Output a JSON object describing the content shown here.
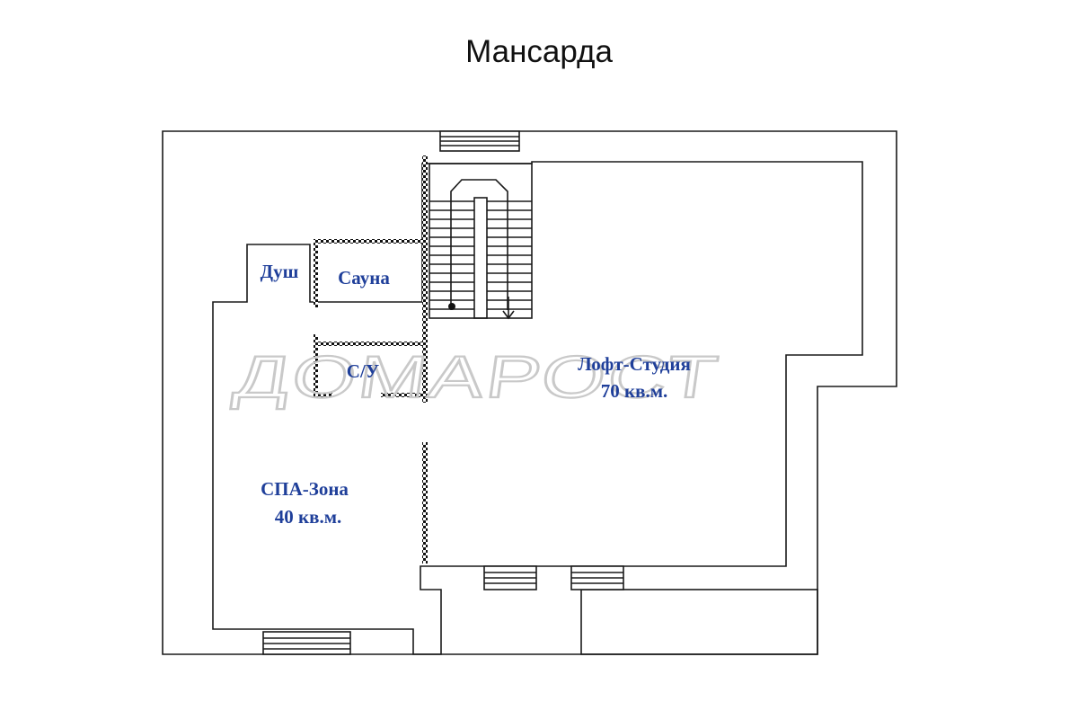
{
  "title": "Мансарда",
  "watermark": "ДОМАРОСТ",
  "colors": {
    "label": "#1f3f9a",
    "walls": "#1a1a1a",
    "watermark": "#c9c9c9"
  },
  "rooms": {
    "dush": {
      "name": "Душ"
    },
    "sauna": {
      "name": "Сауна"
    },
    "su": {
      "name": "С/У"
    },
    "loft": {
      "name": "Лофт-Студия",
      "area": "70 кв.м."
    },
    "spa": {
      "name": "СПА-Зона",
      "area": "40 кв.м."
    }
  }
}
